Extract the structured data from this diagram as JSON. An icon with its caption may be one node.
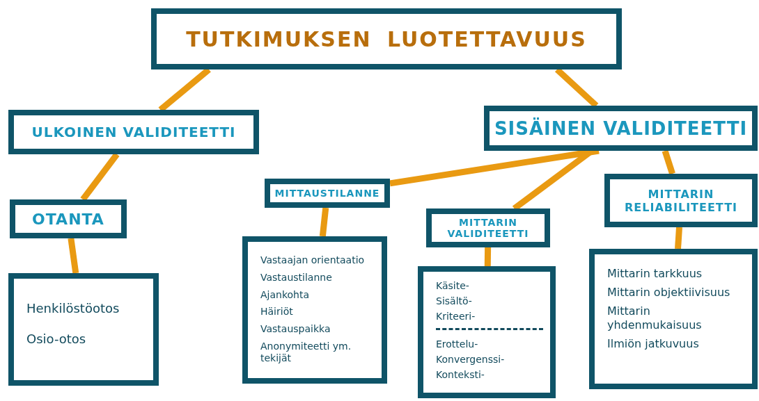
{
  "diagram": {
    "nodes": [
      {
        "text": [
          "TUTKIMUKSEN LUOTETTAVUUS"
        ]
      },
      {
        "text": [
          "ULKOINEN VALIDITEETTI"
        ]
      },
      {
        "text": [
          "SISÄINEN VALIDITEETTI"
        ]
      },
      {
        "text": [
          "OTANTA"
        ]
      },
      {
        "text": [
          "MITTAUSTILANNE"
        ]
      },
      {
        "text": [
          "MITTARIN VALIDITEETTI"
        ]
      },
      {
        "text": [
          "MITTARIN RELIABILITEETTI"
        ]
      },
      {
        "text": [
          "Henkilöstöotos",
          "Osio-otos"
        ]
      },
      {
        "text": [
          "Vastaajan orientaatio",
          "Vastaustilanne",
          "Ajankohta",
          "Häiriöt",
          "Vastauspaikka",
          "Anonymiteetti ym. tekijät"
        ]
      },
      {
        "text": [
          "Käsite-",
          "Sisältö-",
          "Kriteeri-",
          "Erottelu-",
          "Konvergenssi-",
          "Konteksti-"
        ]
      },
      {
        "text": [
          "Mittarin tarkkuus",
          "Mittarin objektiivisuus",
          "Mittarin yhdenmukaisuus",
          "Ilmiön jatkuvuus"
        ]
      }
    ],
    "edges": [
      {
        "from": 0,
        "to": 1,
        "arrow": "none"
      },
      {
        "from": 0,
        "to": 2,
        "arrow": "none"
      },
      {
        "from": 1,
        "to": 3,
        "arrow": "none"
      },
      {
        "from": 2,
        "to": 4,
        "arrow": "none"
      },
      {
        "from": 2,
        "to": 5,
        "arrow": "none"
      },
      {
        "from": 2,
        "to": 6,
        "arrow": "none"
      },
      {
        "from": 3,
        "to": 7,
        "arrow": "none"
      },
      {
        "from": 4,
        "to": 8,
        "arrow": "none"
      },
      {
        "from": 5,
        "to": 9,
        "arrow": "none"
      },
      {
        "from": 6,
        "to": 10,
        "arrow": "none"
      }
    ]
  }
}
